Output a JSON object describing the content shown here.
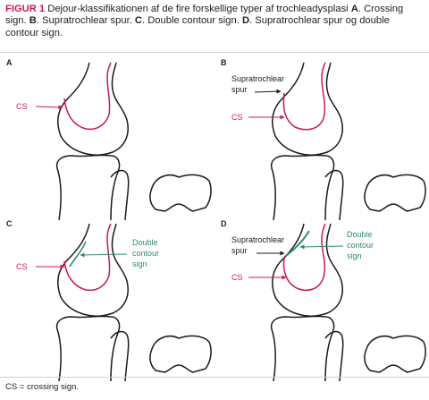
{
  "caption": {
    "figure_label": "FIGUR 1",
    "intro": " Dejour-klassifikationen af de fire forskellige typer af trochleadysplasi ",
    "a_letter": "A",
    "a_text": ". Crossing sign. ",
    "b_letter": "B",
    "b_text": ". Supratrochlear spur. ",
    "c_letter": "C",
    "c_text": ". Double contour sign. ",
    "d_letter": "D",
    "d_text": ". Supratrochlear spur og double contour sign."
  },
  "panels": {
    "a": {
      "label": "A",
      "cs": "CS"
    },
    "b": {
      "label": "B",
      "spur_line1": "Supratrochlear",
      "spur_line2": "spur",
      "cs": "CS"
    },
    "c": {
      "label": "C",
      "cs": "CS",
      "dc_line1": "Double",
      "dc_line2": "contour",
      "dc_line3": "sign"
    },
    "d": {
      "label": "D",
      "spur_line1": "Supratrochlear",
      "spur_line2": "spur",
      "cs": "CS",
      "dc_line1": "Double",
      "dc_line2": "contour",
      "dc_line3": "sign"
    }
  },
  "colors": {
    "crossing_sign": "#c8195a",
    "double_contour": "#2e8b6e",
    "outline": "#1a1a1a",
    "figure_label": "#c8195a"
  },
  "footnote": "CS = crossing sign."
}
